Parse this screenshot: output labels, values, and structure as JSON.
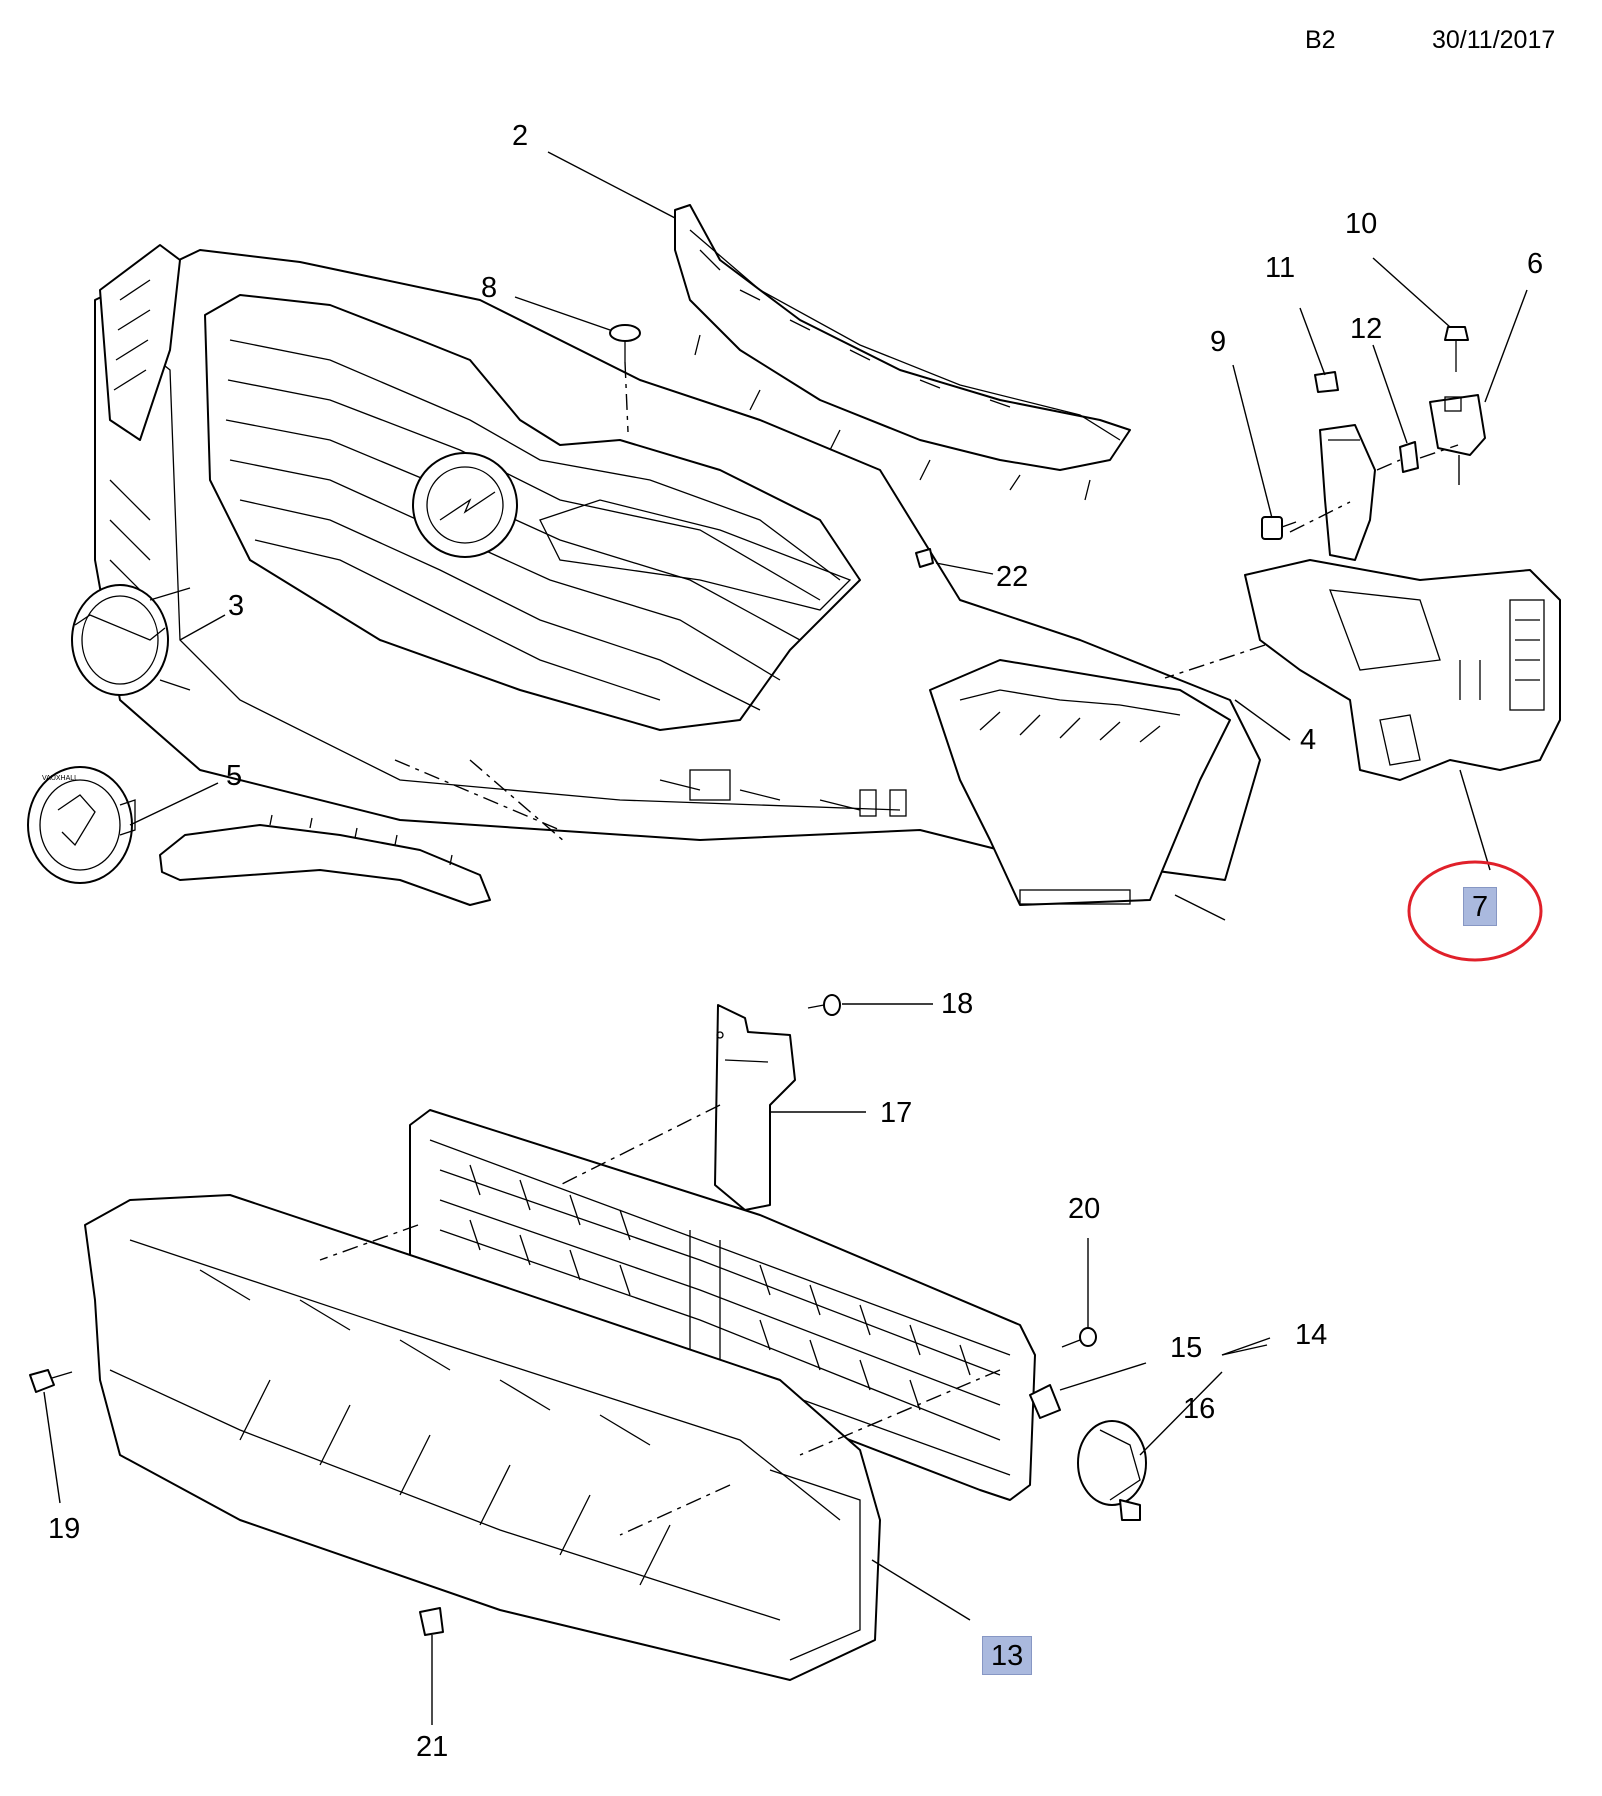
{
  "header": {
    "code": "B2",
    "date": "30/11/2017"
  },
  "callouts": {
    "c2": "2",
    "c3": "3",
    "c4": "4",
    "c5": "5",
    "c6": "6",
    "c7": "7",
    "c8": "8",
    "c9": "9",
    "c10": "10",
    "c11": "11",
    "c12": "12",
    "c13": "13",
    "c14": "14",
    "c15": "15",
    "c16": "16",
    "c17": "17",
    "c18": "18",
    "c19": "19",
    "c20": "20",
    "c21": "21",
    "c22": "22"
  },
  "highlights": {
    "marked_part": "7",
    "boxed_parts": [
      "7",
      "13"
    ],
    "circle_color": "#e0202a",
    "box_color": "#aab9de"
  },
  "brand_text": "VAUXHALL"
}
